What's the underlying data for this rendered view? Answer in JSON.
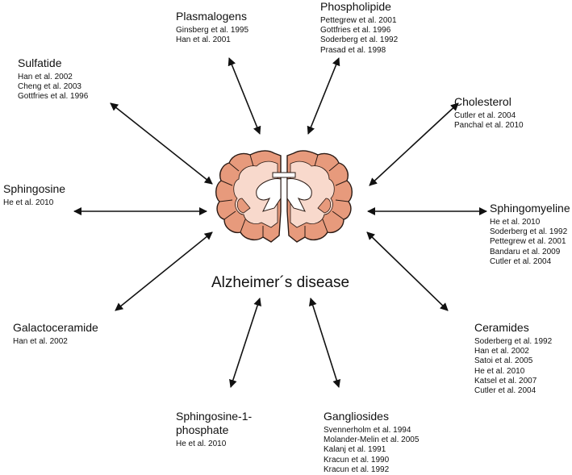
{
  "center": {
    "label": "Alzheimer´s disease"
  },
  "nodes": [
    {
      "id": "plasmalogens",
      "title": "Plasmalogens",
      "refs": [
        "Ginsberg et al. 1995",
        "Han et al. 2001"
      ]
    },
    {
      "id": "phospholipide",
      "title": "Phospholipide",
      "refs": [
        "Pettegrew et al. 2001",
        "Gottfries et al. 1996",
        "Soderberg et al. 1992",
        "Prasad et al. 1998"
      ]
    },
    {
      "id": "sulfatide",
      "title": "Sulfatide",
      "refs": [
        "Han et al. 2002",
        "Cheng et al. 2003",
        "Gottfries et al. 1996"
      ]
    },
    {
      "id": "cholesterol",
      "title": "Cholesterol",
      "refs": [
        "Cutler et al. 2004",
        "Panchal et al. 2010"
      ]
    },
    {
      "id": "sphingosine",
      "title": "Sphingosine",
      "refs": [
        "He et al. 2010"
      ]
    },
    {
      "id": "sphingomyeline",
      "title": "Sphingomyeline",
      "refs": [
        "He et al. 2010",
        "Soderberg et al. 1992",
        "Pettegrew et al. 2001",
        "Bandaru et al. 2009",
        "Cutler et al. 2004"
      ]
    },
    {
      "id": "galactoceramide",
      "title": "Galactoceramide",
      "refs": [
        "Han et al. 2002"
      ]
    },
    {
      "id": "ceramides",
      "title": "Ceramides",
      "refs": [
        "Soderberg et al. 1992",
        "Han et al. 2002",
        "Satoi et al. 2005",
        "He et al. 2010",
        "Katsel et al. 2007",
        "Cutler et al. 2004"
      ]
    },
    {
      "id": "sphingosine-1-phosphate",
      "title": "Sphingosine-1-\nphosphate",
      "refs": [
        "He et al. 2010"
      ]
    },
    {
      "id": "gangliosides",
      "title": "Gangliosides",
      "refs": [
        "Svennerholm et al. 1994",
        "Molander-Melin et al. 2005",
        "Kalanj et al. 1991",
        "Kracun et al. 1990",
        "Kracun et al. 1992"
      ]
    }
  ],
  "colors": {
    "brain_outer": "#e79a7c",
    "brain_inner": "#f8d9cc",
    "brain_outline": "#2a1a14",
    "arrow": "#111111"
  }
}
